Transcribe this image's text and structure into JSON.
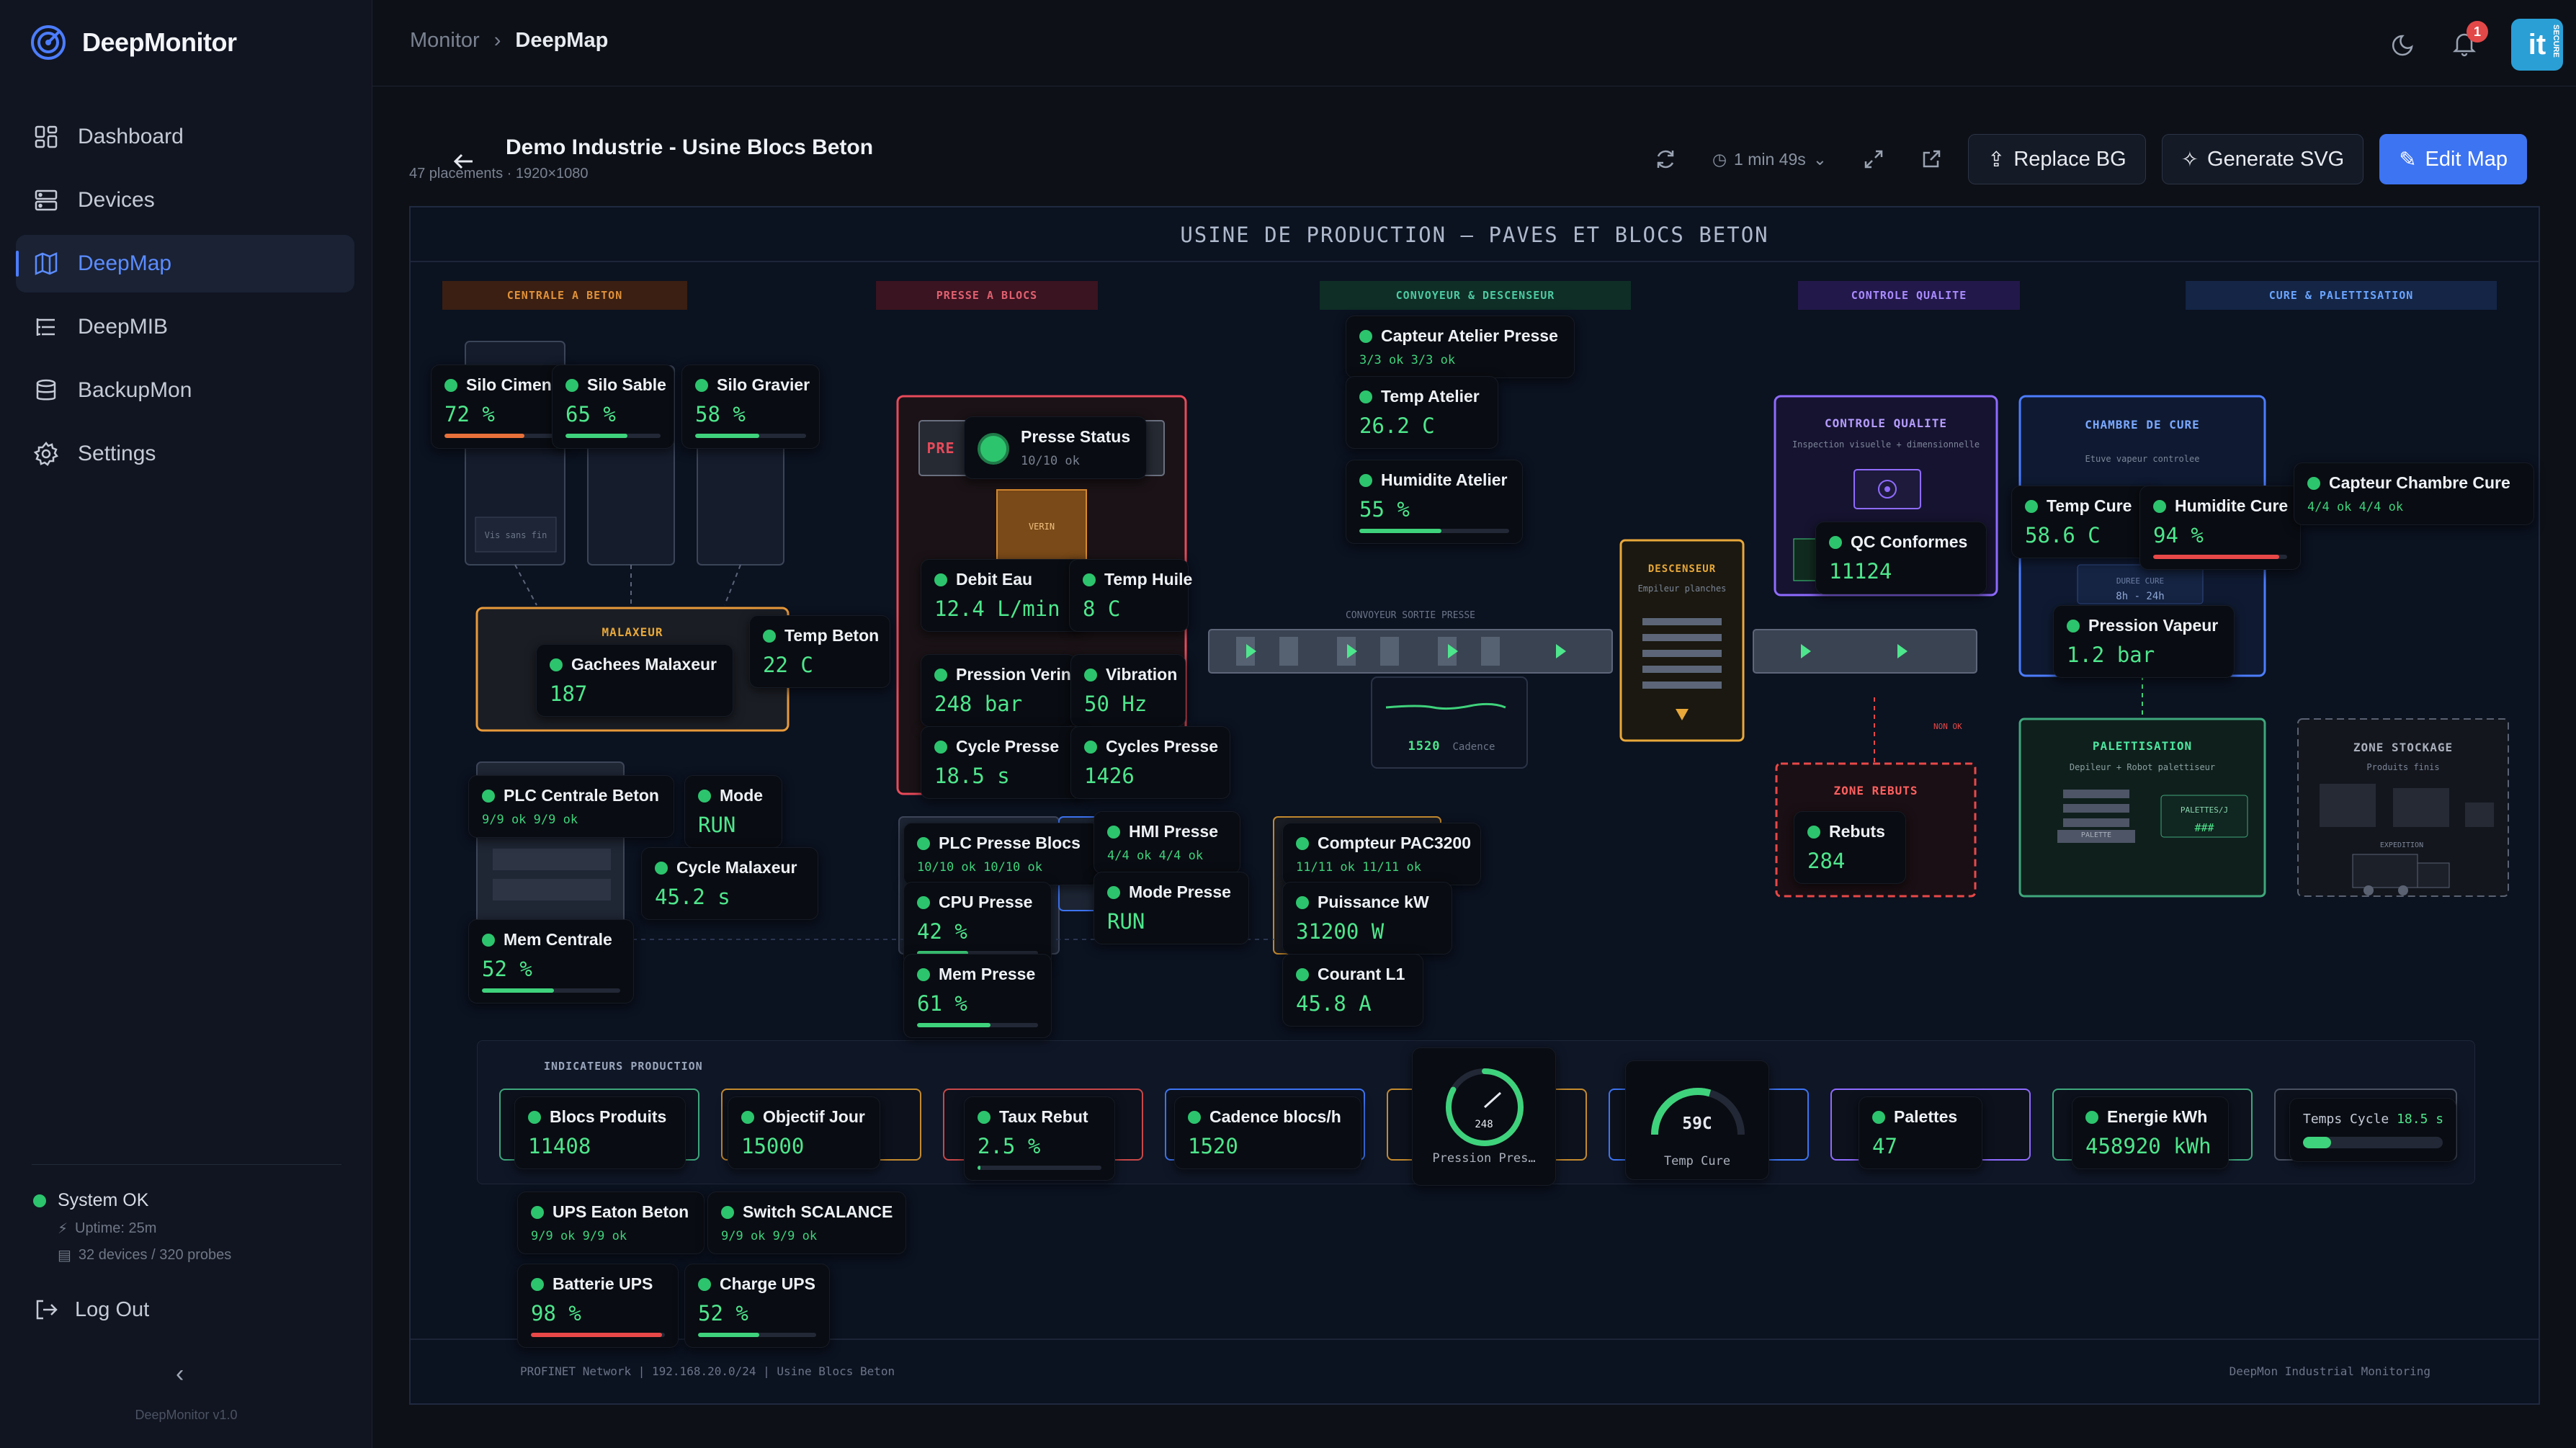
{
  "app": {
    "name": "DeepMonitor",
    "version": "DeepMonitor v1.0"
  },
  "nav": [
    {
      "label": "Dashboard",
      "icon": "dashboard-icon"
    },
    {
      "label": "Devices",
      "icon": "server-icon"
    },
    {
      "label": "DeepMap",
      "icon": "map-icon"
    },
    {
      "label": "DeepMIB",
      "icon": "list-tree-icon"
    },
    {
      "label": "BackupMon",
      "icon": "database-icon"
    },
    {
      "label": "Settings",
      "icon": "gear-icon"
    }
  ],
  "system": {
    "status": "System OK",
    "uptime": "Uptime: 25m",
    "devices": "32 devices / 320 probes",
    "logout": "Log Out"
  },
  "breadcrumb": {
    "root": "Monitor",
    "current": "DeepMap"
  },
  "notifications": {
    "count": "1"
  },
  "avatar": {
    "text": "it",
    "subtext": "SECURE"
  },
  "map": {
    "title": "Demo Industrie - Usine Blocs Beton",
    "subtitle": "47 placements · 1920×1080",
    "refresh_interval": "1 min 49s",
    "buttons": {
      "replace_bg": "Replace BG",
      "generate_svg": "Generate SVG",
      "edit_map": "Edit Map"
    }
  },
  "canvas": {
    "title": "USINE DE PRODUCTION — PAVES ET BLOCS BETON",
    "sections": [
      {
        "label": "CENTRALE A BETON",
        "color": "#e0913a",
        "bg": "#3a1f12"
      },
      {
        "label": "PRESSE A BLOCS",
        "color": "#e06070",
        "bg": "#3a1420"
      },
      {
        "label": "CONVOYEUR & DESCENSEUR",
        "color": "#4cc9a0",
        "bg": "#0f2e26"
      },
      {
        "label": "CONTROLE QUALITE",
        "color": "#a98bff",
        "bg": "#22184a"
      },
      {
        "label": "CURE & PALETTISATION",
        "color": "#6aa4ff",
        "bg": "#142546"
      }
    ],
    "zones": {
      "malaxeur": "MALAXEUR",
      "verin": "VERIN",
      "presse_header": "PRE",
      "vis_sans_fin": "Vis sans fin",
      "convoyeur_sortie": "CONVOYEUR SORTIE PRESSE",
      "cadence_value": "1520",
      "cadence_label": "Cadence",
      "descenseur": "DESCENSEUR",
      "descenseur_sub": "Empileur planches",
      "controle_qualite": "CONTROLE QUALITE",
      "controle_sub": "Inspection visuelle + dimensionnelle",
      "chambre_cure": "CHAMBRE DE CURE",
      "chambre_sub": "Etuve vapeur controlee",
      "duree_cure": "DUREE CURE",
      "duree_cure_val": "8h - 24h",
      "non_ok": "NON OK",
      "zone_rebuts": "ZONE REBUTS",
      "palettisation": "PALETTISATION",
      "palettisation_sub": "Depileur + Robot palettiseur",
      "palette": "PALETTE",
      "palettes_j": "PALETTES/J",
      "palettes_j_val": "###",
      "zone_stockage": "ZONE STOCKAGE",
      "stockage_sub": "Produits finis",
      "expedition": "EXPEDITION",
      "kpi_title": "INDICATEURS PRODUCTION"
    },
    "footer_left": "PROFINET Network | 192.168.20.0/24 | Usine Blocs Beton",
    "footer_right": "DeepMon Industrial Monitoring"
  },
  "widgets": {
    "silo_ciment": {
      "label": "Silo Ciment",
      "value": "72 %",
      "level": 72,
      "bar": "#e8703a"
    },
    "silo_sable": {
      "label": "Silo Sable",
      "value": "65 %",
      "level": 65,
      "bar": "#3fd27c"
    },
    "silo_gravier": {
      "label": "Silo Gravier",
      "value": "58 %",
      "level": 58,
      "bar": "#3fd27c"
    },
    "gachees": {
      "label": "Gachees Malaxeur",
      "value": "187"
    },
    "temp_beton": {
      "label": "Temp Beton",
      "value": "22 C"
    },
    "plc_centrale": {
      "label": "PLC Centrale Beton",
      "sub": "9/9 ok 9/9 ok"
    },
    "mode": {
      "label": "Mode",
      "value": "RUN"
    },
    "cycle_malaxeur": {
      "label": "Cycle Malaxeur",
      "value": "45.2 s"
    },
    "mem_centrale": {
      "label": "Mem Centrale",
      "value": "52 %",
      "level": 52,
      "bar": "#3fd27c"
    },
    "presse_status": {
      "label": "Presse Status",
      "sub": "10/10 ok"
    },
    "debit_eau": {
      "label": "Debit Eau",
      "value": "12.4 L/min"
    },
    "temp_huile": {
      "label": "Temp Huile",
      "value": "8 C"
    },
    "pression_verin": {
      "label": "Pression Verin",
      "value": "248 bar"
    },
    "vibration": {
      "label": "Vibration",
      "value": "50 Hz"
    },
    "cycle_presse": {
      "label": "Cycle Presse",
      "value": "18.5 s"
    },
    "cycles_presse": {
      "label": "Cycles Presse",
      "value": "1426"
    },
    "plc_presse": {
      "label": "PLC Presse Blocs",
      "sub": "10/10 ok 10/10 ok"
    },
    "hmi_presse": {
      "label": "HMI Presse",
      "sub": "4/4 ok 4/4 ok"
    },
    "cpu_presse": {
      "label": "CPU Presse",
      "value": "42 %",
      "level": 42,
      "bar": "#3fd27c"
    },
    "mode_presse": {
      "label": "Mode Presse",
      "value": "RUN"
    },
    "mem_presse": {
      "label": "Mem Presse",
      "value": "61 %",
      "level": 61,
      "bar": "#3fd27c"
    },
    "capteur_atelier": {
      "label": "Capteur Atelier Presse",
      "sub": "3/3 ok 3/3 ok"
    },
    "temp_atelier": {
      "label": "Temp Atelier",
      "value": "26.2 C"
    },
    "humidite_atelier": {
      "label": "Humidite Atelier",
      "value": "55 %",
      "level": 55,
      "bar": "#3fd27c"
    },
    "compteur_pac": {
      "label": "Compteur PAC3200",
      "sub": "11/11 ok 11/11 ok"
    },
    "puissance": {
      "label": "Puissance kW",
      "value": "31200 W"
    },
    "courant": {
      "label": "Courant L1",
      "value": "45.8 A"
    },
    "qc_conformes": {
      "label": "QC Conformes",
      "value": "11124"
    },
    "rebuts": {
      "label": "Rebuts",
      "value": "284"
    },
    "temp_cure": {
      "label": "Temp Cure",
      "value": "58.6 C"
    },
    "humidite_cure": {
      "label": "Humidite Cure",
      "value": "94 %",
      "level": 94,
      "bar": "#e84848"
    },
    "capteur_chambre": {
      "label": "Capteur Chambre Cure",
      "sub": "4/4 ok 4/4 ok"
    },
    "pression_vapeur": {
      "label": "Pression Vapeur",
      "value": "1.2 bar"
    },
    "blocs_produits": {
      "label": "Blocs Produits",
      "value": "11408"
    },
    "objectif_jour": {
      "label": "Objectif Jour",
      "value": "15000"
    },
    "taux_rebut": {
      "label": "Taux Rebut",
      "value": "2.5 %",
      "level": 2.5,
      "bar": "#3fd27c"
    },
    "cadence_blocs": {
      "label": "Cadence blocs/h",
      "value": "1520"
    },
    "gauge_pression": {
      "label": "Pression Pres…",
      "value": "248",
      "level": 0.83
    },
    "gauge_temp_cure": {
      "label": "Temp Cure",
      "value": "59C",
      "level": 0.59
    },
    "palettes": {
      "label": "Palettes",
      "value": "47"
    },
    "energie": {
      "label": "Energie kWh",
      "value": "458920 kWh"
    },
    "temps_cycle": {
      "label": "Temps Cycle",
      "value": "18.5 s",
      "level": 20
    },
    "ups_eaton": {
      "label": "UPS Eaton Beton",
      "sub": "9/9 ok 9/9 ok"
    },
    "switch_scalance": {
      "label": "Switch SCALANCE",
      "sub": "9/9 ok 9/9 ok"
    },
    "batterie_ups": {
      "label": "Batterie UPS",
      "value": "98 %",
      "level": 98,
      "bar": "#e84848"
    },
    "charge_ups": {
      "label": "Charge UPS",
      "value": "52 %",
      "level": 52,
      "bar": "#3fd27c"
    }
  }
}
